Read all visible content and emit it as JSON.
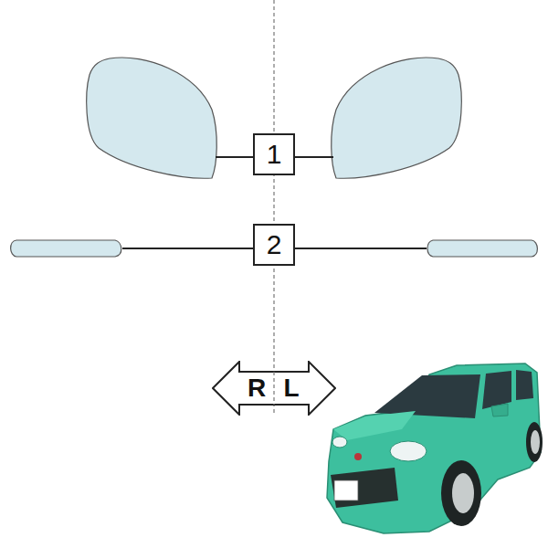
{
  "diagram": {
    "nodes": [
      {
        "text": [
          "1"
        ]
      },
      {
        "text": [
          "2"
        ]
      },
      {
        "text": [
          "R",
          "L"
        ]
      }
    ]
  }
}
